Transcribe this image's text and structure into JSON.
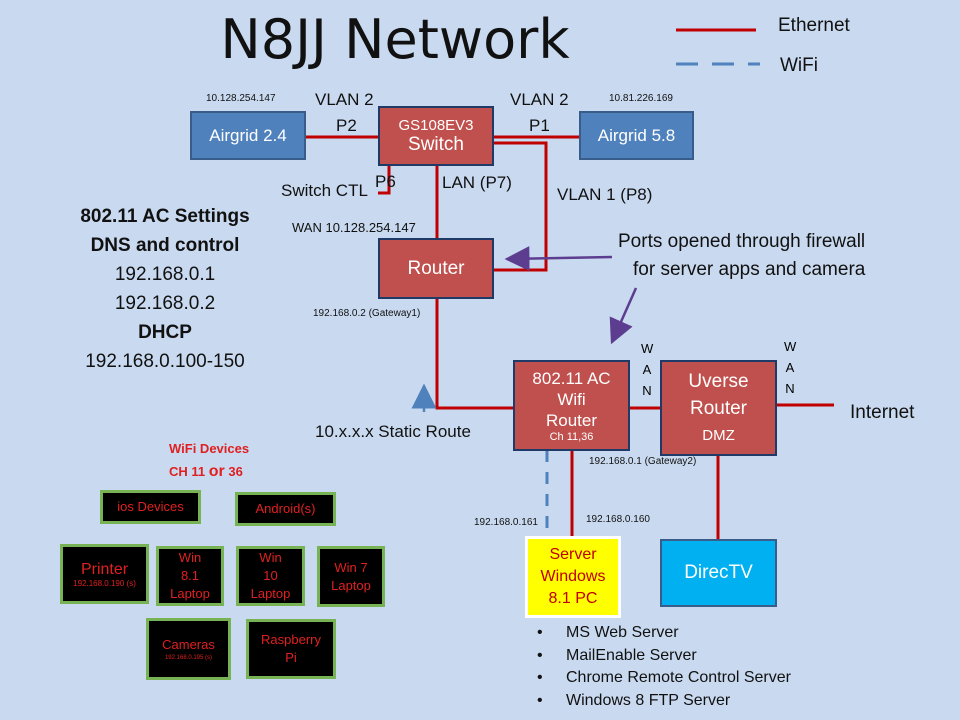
{
  "title": "N8JJ Network",
  "legend": {
    "ethernet": "Ethernet",
    "wifi": "WiFi"
  },
  "nodes": {
    "airgrid24": {
      "label": "Airgrid 2.4",
      "ip": "10.128.254.147",
      "vlan": "VLAN 2",
      "port": "P2"
    },
    "airgrid58": {
      "label": "Airgrid 5.8",
      "ip": "10.81.226.169",
      "vlan": "VLAN 2",
      "port": "P1"
    },
    "switch": {
      "model": "GS108EV3",
      "label": "Switch"
    },
    "router": {
      "label": "Router"
    },
    "wifi_router": {
      "line1": "802.11 AC",
      "line2": "Wifi",
      "line3": "Router",
      "channel": "Ch 11,36"
    },
    "uverse": {
      "line1": "Uverse",
      "line2": "Router",
      "line3": "DMZ"
    },
    "server": {
      "line1": "Server",
      "line2": "Windows",
      "line3": "8.1 PC"
    },
    "directv": {
      "label": "DirecTV"
    }
  },
  "labels": {
    "switch_ctl": "Switch CTL",
    "p6": "P6",
    "lan_p7": "LAN (P7)",
    "vlan1_p8": "VLAN 1 (P8)",
    "wan_ip": "WAN 10.128.254.147",
    "gateway1": "192.168.0.2 (Gateway1)",
    "gateway2": "192.168.0.1 (Gateway2)",
    "static_route": "10.x.x.x Static Route",
    "ports_note_1": "Ports opened through firewall",
    "ports_note_2": "for server apps and camera",
    "wan_letters": [
      "W",
      "A",
      "N"
    ],
    "internet": "Internet",
    "ip_161": "192.168.0.161",
    "ip_160": "192.168.0.160"
  },
  "settings": {
    "heading1": "802.11 AC Settings",
    "heading2": "DNS and control",
    "dns1": "192.168.0.1",
    "dns2": "192.168.0.2",
    "heading3": "DHCP",
    "range": "192.168.0.100-150"
  },
  "wifi_devices": {
    "heading": "WiFi Devices",
    "channel_prefix": "CH 11",
    "channel_or": "or",
    "channel_suffix": "36",
    "ios": "ios Devices",
    "android": "Android(s)",
    "printer": "Printer",
    "printer_ip": "192.168.0.190 (s)",
    "win81_1": "Win",
    "win81_2": "8.1",
    "win81_3": "Laptop",
    "win10_1": "Win",
    "win10_2": "10",
    "win10_3": "Laptop",
    "win7_1": "Win 7",
    "win7_2": "Laptop",
    "cameras": "Cameras",
    "cameras_ip": "192.168.0.195 (s)",
    "rpi_1": "Raspberry",
    "rpi_2": "Pi"
  },
  "server_apps": [
    "MS Web Server",
    "MailEnable Server",
    "Chrome Remote Control Server",
    "Windows 8 FTP Server"
  ],
  "colors": {
    "background": "#c9daf0",
    "ethernet": "#c00000",
    "wifi": "#4f81bd",
    "node_blue": "#4f81bd",
    "node_red": "#c0504d",
    "server": "#ffff00",
    "directv": "#00b0f0",
    "arrow": "#5c3d8f"
  }
}
